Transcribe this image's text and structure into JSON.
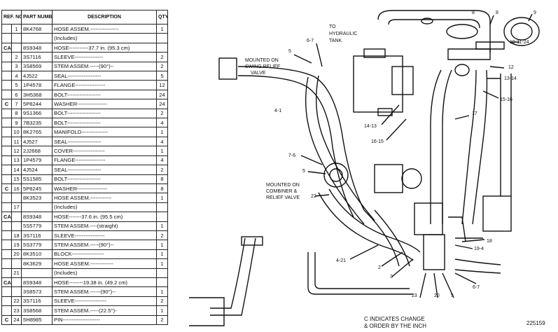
{
  "table": {
    "headers": {
      "ref_no": "REF. NO.",
      "part_number": "PART NUMBER",
      "description": "DESCRIPTION",
      "qty": "QTY"
    },
    "rows": [
      {
        "c": "",
        "ref": "1",
        "part": "8K4768",
        "desc": "HOSE ASSEM.----------------",
        "qty": "1"
      },
      {
        "c": "",
        "ref": "",
        "part": "",
        "desc": "(Includes)",
        "qty": ""
      },
      {
        "c": "CA",
        "ref": "",
        "part": "8S9348",
        "desc": "HOSE-----------37.7 in. (95.3 cm)",
        "qty": ""
      },
      {
        "c": "",
        "ref": "2",
        "part": "3S7116",
        "desc": "SLEEVE----------------",
        "qty": "2"
      },
      {
        "c": "",
        "ref": "3",
        "part": "3S8569",
        "desc": "STEM ASSEM.-----(90°)--",
        "qty": "2"
      },
      {
        "c": "",
        "ref": "4",
        "part": "4J522",
        "desc": "SEAL-------------------",
        "qty": "5"
      },
      {
        "c": "",
        "ref": "5",
        "part": "1P4578",
        "desc": "FLANGE-----------------",
        "qty": "12"
      },
      {
        "c": "",
        "ref": "6",
        "part": "3H5368",
        "desc": "BOLT-------------------",
        "qty": "24"
      },
      {
        "c": "C",
        "ref": "7",
        "part": "5P8244",
        "desc": "WASHER-----------------",
        "qty": "24"
      },
      {
        "c": "",
        "ref": "8",
        "part": "9S1366",
        "desc": "BOLT-------------------",
        "qty": "2"
      },
      {
        "c": "",
        "ref": "9",
        "part": "7B3235",
        "desc": "BOLT-------------------",
        "qty": "4"
      },
      {
        "c": "",
        "ref": "10",
        "part": "8K2765",
        "desc": "MANIFOLD---------------",
        "qty": "1"
      },
      {
        "c": "",
        "ref": "11",
        "part": "4J527",
        "desc": "SEAL-------------------",
        "qty": "4"
      },
      {
        "c": "",
        "ref": "12",
        "part": "2J2668",
        "desc": "COVER------------------",
        "qty": "1"
      },
      {
        "c": "",
        "ref": "13",
        "part": "1P4579",
        "desc": "FLANGE-----------------",
        "qty": "4"
      },
      {
        "c": "",
        "ref": "14",
        "part": "4J524",
        "desc": "SEAL-------------------",
        "qty": "2"
      },
      {
        "c": "",
        "ref": "15",
        "part": "5S1585",
        "desc": "BOLT-------------------",
        "qty": "8"
      },
      {
        "c": "C",
        "ref": "16",
        "part": "5P8245",
        "desc": "WASHER-----------------",
        "qty": "8"
      },
      {
        "c": "",
        "ref": "",
        "part": "8K3523",
        "desc": "HOSE ASSEM.------------",
        "qty": "1"
      },
      {
        "c": "",
        "ref": "17",
        "part": "",
        "desc": "(Includes)",
        "qty": ""
      },
      {
        "c": "CA",
        "ref": "",
        "part": "8S9348",
        "desc": "HOSE-------37.6 in. (95.5 cm)",
        "qty": ""
      },
      {
        "c": "",
        "ref": "",
        "part": "5S5779",
        "desc": "STEM ASSEM.----(straight)",
        "qty": "1"
      },
      {
        "c": "",
        "ref": "18",
        "part": "3S7116",
        "desc": "SLEEVE-----------------",
        "qty": "2"
      },
      {
        "c": "",
        "ref": "19",
        "part": "5S3779",
        "desc": "STEM ASSEM.-----(90°)--",
        "qty": "1"
      },
      {
        "c": "",
        "ref": "20",
        "part": "8K3510",
        "desc": "BLOCK------------------",
        "qty": "1"
      },
      {
        "c": "",
        "ref": "",
        "part": "8K3629",
        "desc": "HOSE ASSEM.-------------",
        "qty": "1"
      },
      {
        "c": "",
        "ref": "21",
        "part": "",
        "desc": "(Includes)",
        "qty": ""
      },
      {
        "c": "CA",
        "ref": "",
        "part": "8S9348",
        "desc": "HOSE--------19.38 in. (49.2 cm)",
        "qty": ""
      },
      {
        "c": "",
        "ref": "",
        "part": "3S8573",
        "desc": "STEM ASSEM.------(90°)--",
        "qty": "1"
      },
      {
        "c": "",
        "ref": "22",
        "part": "3S7116",
        "desc": "SLEEVE------------------",
        "qty": "2"
      },
      {
        "c": "",
        "ref": "23",
        "part": "3S8568",
        "desc": "STEM ASSEM.-----(22.5°)-",
        "qty": "1"
      },
      {
        "c": "C",
        "ref": "24",
        "part": "5H8985",
        "desc": "PIN---------------------",
        "qty": "2"
      }
    ]
  },
  "callouts": {
    "to_hydraulic_tank": "TO HYDRAULIC TANK",
    "mounted_swing": "MOUNTED ON SWING RELIEF VALVE",
    "mounted_combiner": "MOUNTED ON COMBINER & RELIEF VALVE",
    "l_6_7a": "6-7",
    "l_5a": "5",
    "l_8a": "8",
    "l_8b": "8",
    "l_9": "9",
    "l_10_11_24": "10-11-24",
    "l_12": "12",
    "l_13_14": "13-14",
    "l_15_16": "15-16",
    "l_17": "17",
    "l_4_1": "4-1",
    "l_14_13": "14-13",
    "l_16_15": "16-15",
    "l_7_6": "7-6",
    "l_5b": "5",
    "l_22": "22",
    "l_18": "18",
    "l_19_4": "19-4",
    "l_4_21": "4-21",
    "l_2": "2",
    "l_3": "3",
    "l_23": "23",
    "l_20": "20",
    "l_5c": "5",
    "l_6_7b": "6-7"
  },
  "footer": {
    "note_line1": "C  INDICATES CHANGE",
    "note_line2": "& ORDER BY THE INCH",
    "figure_number": "225159"
  }
}
